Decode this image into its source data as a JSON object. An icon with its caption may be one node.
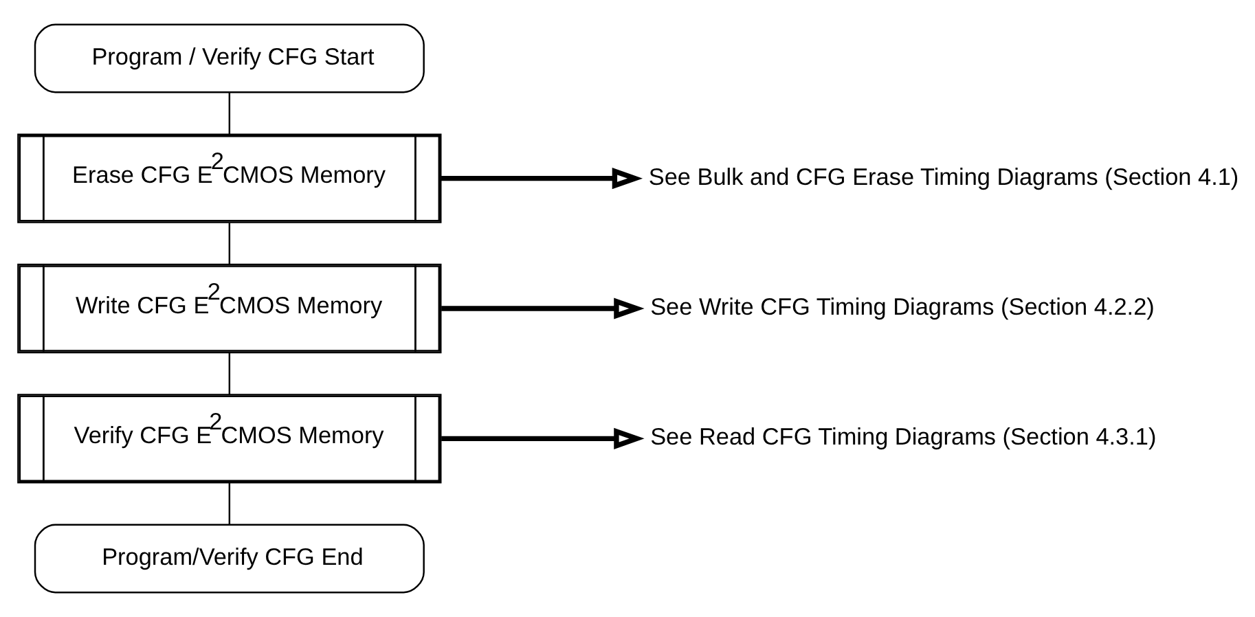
{
  "diagram": {
    "nodes": [
      {
        "text": [
          "Program / Verify CFG Start"
        ]
      },
      {
        "text": [
          "Erase CFG E$^{2}$CMOS Memory"
        ]
      },
      {
        "text": [
          "Write CFG E$^{2}$CMOS Memory"
        ]
      },
      {
        "text": [
          "Verify CFG E$^{2}$CMOS Memory"
        ]
      },
      {
        "text": [
          "Program/Verify CFG End"
        ]
      },
      {
        "text": [
          "See Bulk and CFG Erase Timing Diagrams (Section 4.1)"
        ]
      },
      {
        "text": [
          "See Write CFG Timing Diagrams (Section 4.2.2)"
        ]
      },
      {
        "text": [
          "See Read CFG Timing Diagrams (Section 4.3.1)"
        ]
      }
    ],
    "edges": [
      {
        "from": 0,
        "to": 1,
        "arrow": "none"
      },
      {
        "from": 1,
        "to": 2,
        "arrow": "none"
      },
      {
        "from": 2,
        "to": 3,
        "arrow": "none"
      },
      {
        "from": 3,
        "to": 4,
        "arrow": "none"
      },
      {
        "from": 1,
        "to": 5,
        "arrow": "to",
        "style": "thick"
      },
      {
        "from": 2,
        "to": 6,
        "arrow": "to",
        "style": "thick"
      },
      {
        "from": 3,
        "to": 7,
        "arrow": "to",
        "style": "thick"
      }
    ]
  }
}
